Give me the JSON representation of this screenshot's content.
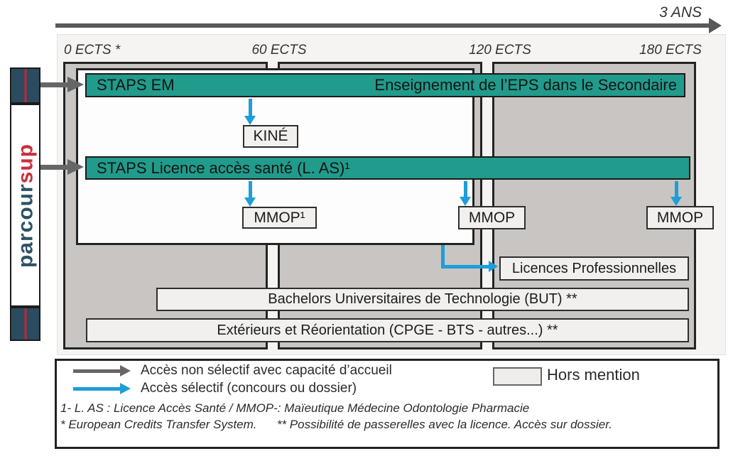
{
  "timeline": {
    "duration_label": "3 ANS",
    "ects_labels": [
      "0 ECTS *",
      "60 ECTS",
      "120 ECTS",
      "180 ECTS"
    ]
  },
  "parcoursup": {
    "text_main": "parcour",
    "text_accent": "sup"
  },
  "bars": {
    "staps_em_left": "STAPS EM",
    "staps_em_right": "Enseignement de l’EPS dans le Secondaire",
    "staps_las": "STAPS Licence accès santé (L. AS)¹"
  },
  "boxes": {
    "kine": "KINÉ",
    "mmop1": "MMOP¹",
    "mmop2": "MMOP",
    "mmop3": "MMOP",
    "licences_pro": "Licences Professionnelles",
    "but": "Bachelors Universitaires de Technologie (BUT) **",
    "exterieurs": "Extérieurs et Réorientation (CPGE - BTS - autres...) **"
  },
  "legend": {
    "non_selectif": "Accès non sélectif avec capacité d’accueil",
    "selectif": "Accès sélectif (concours ou dossier)",
    "hors_mention": "Hors mention"
  },
  "footnotes": {
    "line1": "1- L. AS : Licence Accès Santé / MMOP-: Maïeutique Médecine Odontologie Pharmacie",
    "line2": "* European Credits Transfer System.      ** Possibilité de passerelles avec la licence. Accès sur dossier."
  },
  "icons": {
    "timeline_arrow": "gray-right-arrow",
    "non_selective_arrow": "gray-right-arrow",
    "selective_arrow": "blue-down-arrow",
    "elbow_arrow": "blue-elbow-right-arrow"
  },
  "colors": {
    "teal": "#219b8b",
    "blue_arrow": "#1e9ed9",
    "gray_arrow": "#666666",
    "column_gray": "#c9c5c2",
    "light_box": "#f1f0ef",
    "navy": "#2d4b5e",
    "red": "#c9303a",
    "timeline_dark": "#595959"
  }
}
